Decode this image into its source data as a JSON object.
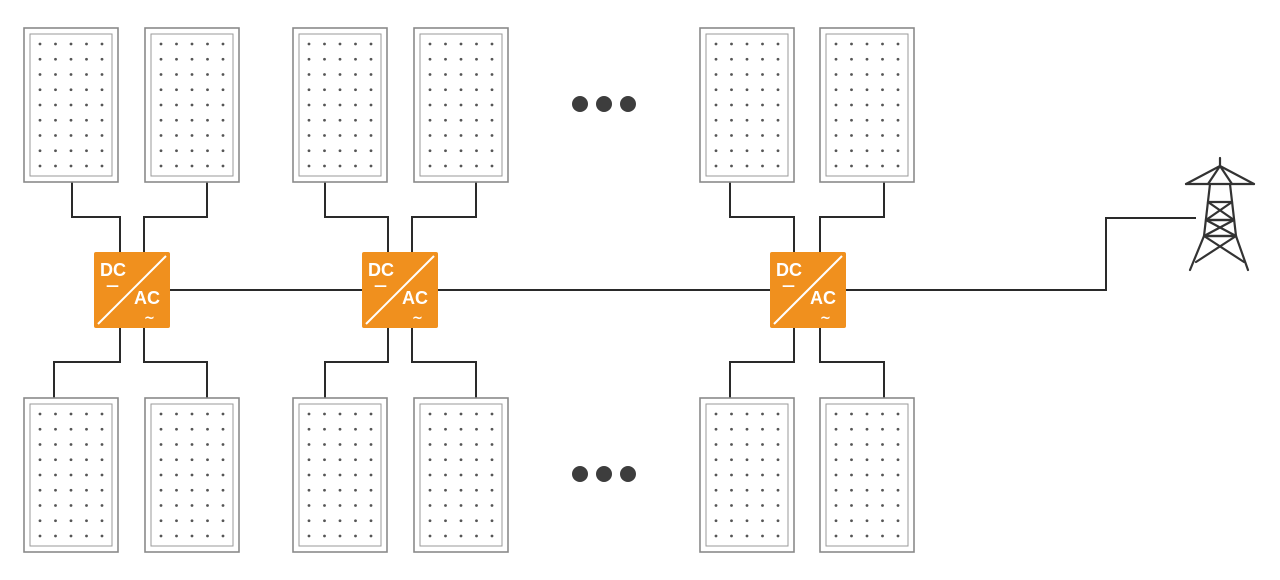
{
  "diagram": {
    "inverters": [
      {
        "id": "inverter-1",
        "top": "DC",
        "top_symbol": "—",
        "bottom": "AC",
        "bottom_symbol": "~"
      },
      {
        "id": "inverter-2",
        "top": "DC",
        "top_symbol": "—",
        "bottom": "AC",
        "bottom_symbol": "~"
      },
      {
        "id": "inverter-3",
        "top": "DC",
        "top_symbol": "—",
        "bottom": "AC",
        "bottom_symbol": "~"
      }
    ],
    "panels_per_inverter": 4,
    "panel_cell_grid": {
      "columns": 5,
      "rows": 9
    },
    "ellipsis_count": 2,
    "grid_connection": "power-transmission-tower-icon",
    "colors": {
      "inverter": "#f0901e",
      "wire": "#2a2a2a",
      "panel_border": "#8a8a8a",
      "cell_dot": "#555555",
      "ellipsis": "#3d3d3d"
    }
  }
}
